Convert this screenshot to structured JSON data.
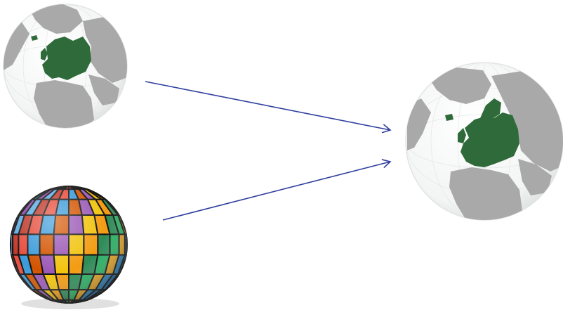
{
  "diagram": {
    "background": "#ffffff",
    "ocean_color": "#f3f4f4",
    "land_color": "#a9a9a9",
    "highlight_color": "#2f6b3a",
    "arrow_color": "#2f3f9e",
    "nodes": [
      {
        "id": "source-globe-europe",
        "kind": "globe-map",
        "highlight": "Europe"
      },
      {
        "id": "image-sphere",
        "kind": "photo-mosaic-sphere"
      },
      {
        "id": "target-globe-europe",
        "kind": "globe-map",
        "highlight": "Europe"
      }
    ],
    "edges": [
      {
        "from": "source-globe-europe",
        "to": "target-globe-europe"
      },
      {
        "from": "image-sphere",
        "to": "target-globe-europe"
      }
    ]
  }
}
